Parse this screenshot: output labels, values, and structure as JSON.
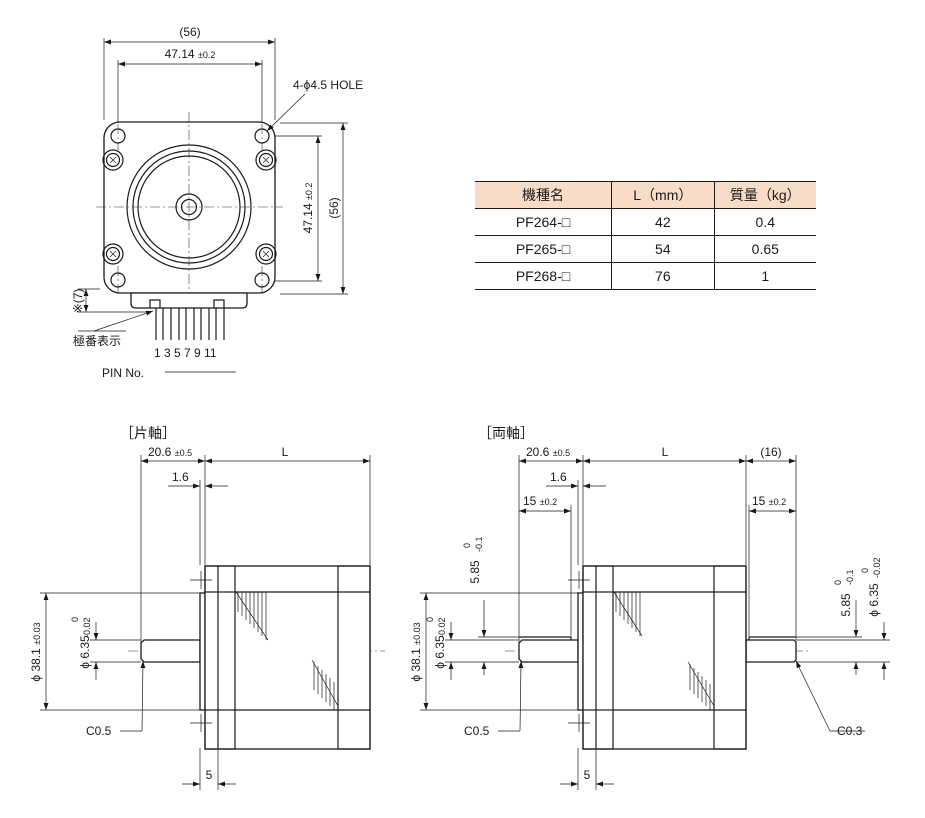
{
  "front_view": {
    "dim_overall_top": "(56)",
    "dim_hole_pitch_top": "47.14",
    "dim_hole_pitch_top_tol": "±0.2",
    "hole_callout": "4-ϕ4.5  HOLE",
    "dim_hole_pitch_side": "47.14",
    "dim_hole_pitch_side_tol": "±0.2",
    "dim_overall_side": "(56)",
    "dim_connector": "※(7)",
    "polarity_label": "極番表示",
    "pin_numbers": "1 3 5 7 9 11",
    "pin_label": "PIN No."
  },
  "spec_table": {
    "headers": [
      "機種名",
      "L（mm）",
      "質量（kg）"
    ],
    "rows": [
      [
        "PF264-□",
        "42",
        "0.4"
      ],
      [
        "PF265-□",
        "54",
        "0.65"
      ],
      [
        "PF268-□",
        "76",
        "1"
      ]
    ]
  },
  "single_shaft": {
    "title": "［片軸］",
    "dim_shaft_len": "20.6",
    "dim_shaft_len_tol": "±0.5",
    "dim_body": "L",
    "dim_pilot": "1.6",
    "dim_pilot_dia": "ϕ 38.1",
    "dim_pilot_dia_tol": "±0.03",
    "dim_shaft_dia": "ϕ 6.35",
    "tol_upper": "0",
    "tol_lower": "-0.02",
    "chamfer": "C0.5",
    "dim_flange": "5"
  },
  "double_shaft": {
    "title": "［両軸］",
    "dim_shaft_len": "20.6",
    "dim_shaft_len_tol": "±0.5",
    "dim_body": "L",
    "dim_rear_shaft": "(16)",
    "dim_pilot": "1.6",
    "dim_flat_front": "15",
    "dim_flat_front_tol": "±0.2",
    "dim_flat_rear": "15",
    "dim_flat_rear_tol": "±0.2",
    "dim_flat_depth_front": "5.85",
    "flat_tol_upper": "0",
    "flat_tol_lower": "-0.1",
    "dim_flat_depth_rear": "5.85",
    "dim_pilot_dia": "ϕ 38.1",
    "dim_pilot_dia_tol": "±0.03",
    "dim_shaft_dia_front": "ϕ 6.35",
    "dim_shaft_dia_rear": "ϕ 6.35",
    "tol_upper": "0",
    "tol_lower": "-0.02",
    "chamfer_front": "C0.5",
    "chamfer_rear": "C0.3",
    "dim_flange": "5"
  }
}
